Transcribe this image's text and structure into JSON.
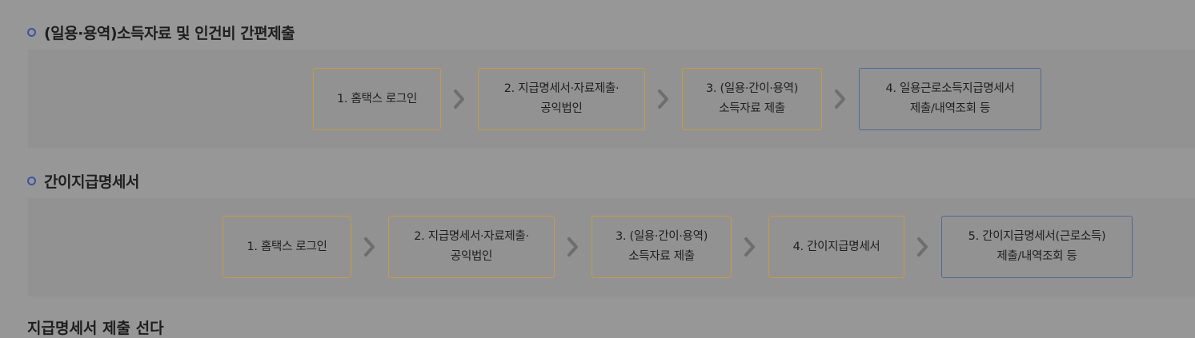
{
  "sections": [
    {
      "title": "(일용·용역)소득자료 및 인건비 간편제출",
      "steps": [
        "1. 홈택스 로그인",
        "2. 지급명세서·자료제출·\n공익법인",
        "3. (일용·간이·용역)\n소득자료 제출",
        "4. 일용근로소득지급명세서\n제출/내역조회 등"
      ]
    },
    {
      "title": "간이지급명세서",
      "steps": [
        "1. 홈택스 로그인",
        "2. 지급명세서·자료제출·\n공익법인",
        "3. (일용·간이·용역)\n소득자료 제출",
        "4. 간이지급명세서",
        "5. 간이지급명세서(근로소득)\n제출/내역조회 등"
      ]
    }
  ],
  "next_section": {
    "title": "지급명세서 제출 선다"
  },
  "colors": {
    "background": "#979797",
    "step_border": "#c49a4a",
    "final_border": "#4e6a93",
    "bullet": "#3a56a0"
  },
  "icons": {
    "bullet": "circle-bullet-icon",
    "arrow": "chevron-right-icon"
  }
}
